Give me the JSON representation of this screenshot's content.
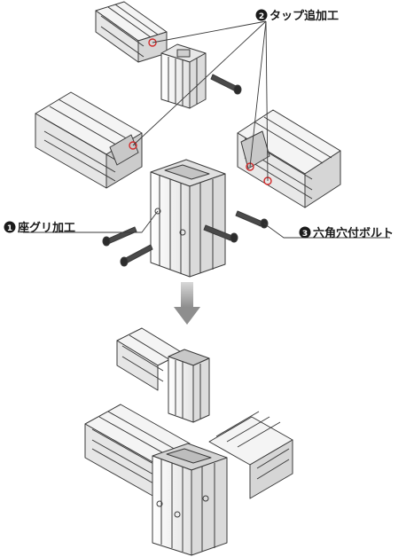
{
  "labels": {
    "tap_label": "タップ追加工",
    "tap_number": "2",
    "counterbore_label": "座グリ加工",
    "counterbore_number": "1",
    "bolt_label": "六角穴付ボルト",
    "bolt_number": "3"
  },
  "colors": {
    "outline": "#3a3a3a",
    "profile_face": "#f2f2f2",
    "profile_shade": "#d9d9d9",
    "end_face": "#c8c8c8",
    "highlight_red": "#d22a2a",
    "arrow_gray": "#9c9c9c",
    "label_text": "#1a1a1a"
  },
  "icons": {
    "step_arrow": "arrow-down-icon",
    "bolt": "hex-socket-bolt-icon"
  }
}
